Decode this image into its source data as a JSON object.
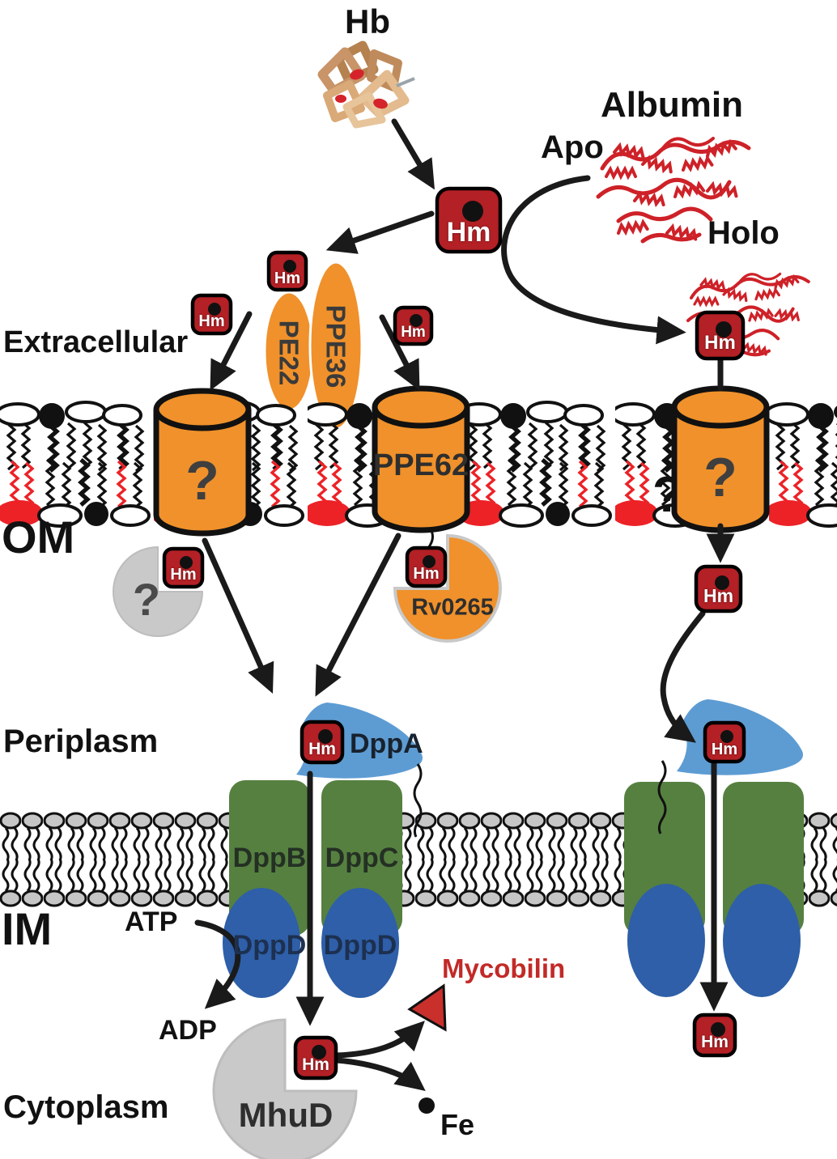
{
  "compartments": {
    "extracellular": "Extracellular",
    "outer_membrane": "OM",
    "periplasm": "Periplasm",
    "inner_membrane": "IM",
    "cytoplasm": "Cytoplasm"
  },
  "proteins": {
    "hb": "Hb",
    "albumin": "Albumin",
    "apo": "Apo",
    "holo": "Holo",
    "pe22": "PE22",
    "ppe36": "PPE36",
    "ppe62": "PPE62",
    "rv0265": "Rv0265",
    "dppa": "DppA",
    "dppb": "DppB",
    "dppc": "DppC",
    "dppd": "DppD",
    "mhud": "MhuD",
    "unknown": "?"
  },
  "molecules": {
    "heme": "Hm",
    "atp": "ATP",
    "adp": "ADP",
    "mycobilin": "Mycobilin",
    "iron": "Fe"
  },
  "colors": {
    "orange": "#F0912B",
    "hm-red": "#B32025",
    "dppa-blue": "#5D9CD3",
    "green": "#568040",
    "dppd-blue": "#2E5FA8",
    "gray": "#C9C9C9",
    "lipid-red": "#EC2227",
    "myco-red": "#C22A28",
    "ink": "#1A1A1A"
  }
}
